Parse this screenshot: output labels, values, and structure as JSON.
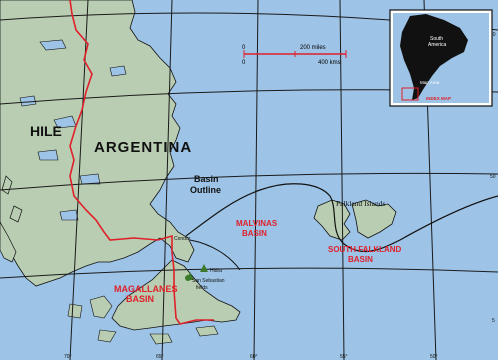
{
  "map": {
    "labels": {
      "chile": "HILE",
      "argentina": "ARGENTINA",
      "basin_outline_1": "Basin",
      "basin_outline_2": "Outline",
      "malvinas_1": "MALVINAS",
      "malvinas_2": "BASIN",
      "south_falkland_1": "SOUTH FALKLAND",
      "south_falkland_2": "BASIN",
      "magallanes_1": "MAGALLANES",
      "magallanes_2": "BASIN",
      "falkland_islands": "Falkland Islands",
      "hidra": "Hidra",
      "san_sebastian_1": "San Sebastian",
      "san_sebastian_2": "fields",
      "condor": "Condor"
    },
    "scale_bar": {
      "zero_top": "0",
      "zero_bottom": "0",
      "miles": "200 miles",
      "kms": "400 kms"
    },
    "graticule_labels": {
      "lat_right_1": "50",
      "lat_right_2": "50",
      "lat_right_3": "5",
      "bottom_1": "70°",
      "bottom_2": "65°",
      "bottom_3": "60°",
      "bottom_4": "55°",
      "bottom_5": "50°"
    },
    "inset": {
      "south_america": "South",
      "south_america_2": "America",
      "map_area": "Map Area",
      "index_map": "INDEX MAP"
    },
    "colors": {
      "ocean": "#9dc3e6",
      "land": "#b9cdb2",
      "border": "#e0202a",
      "grid": "#1a1a1a",
      "lake": "#9dc3e6",
      "field": "#3a7a2a"
    }
  }
}
